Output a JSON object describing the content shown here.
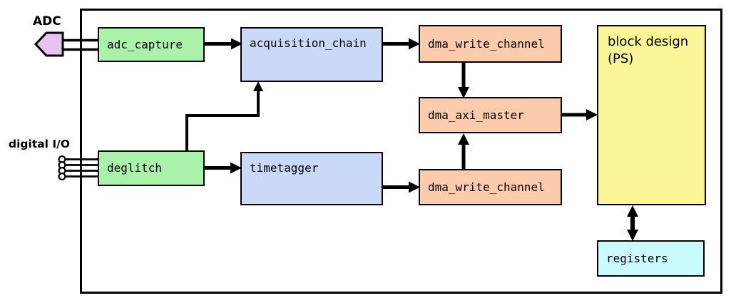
{
  "palette": {
    "green": "#aaf2aa",
    "blue": "#c9d9f7",
    "salmon": "#fccbab",
    "yellow": "#faf596",
    "cyan": "#c9fbff",
    "plum": "#e6c3f0",
    "line": "#000000",
    "pin_fill": "#ffffff"
  },
  "external_labels": {
    "adc": "ADC",
    "digital_io": "digital I/O"
  },
  "nodes": {
    "adc_capture": {
      "label": "adc_capture"
    },
    "acquisition_chain": {
      "label": "acquisition_chain"
    },
    "dma_write_channel_top": {
      "label": "dma_write_channel"
    },
    "block_design": {
      "label": "block design",
      "label2": "(PS)"
    },
    "dma_axi_master": {
      "label": "dma_axi_master"
    },
    "deglitch": {
      "label": "deglitch"
    },
    "timetagger": {
      "label": "timetagger"
    },
    "dma_write_channel_bottom": {
      "label": "dma_write_channel"
    },
    "registers": {
      "label": "registers"
    }
  }
}
